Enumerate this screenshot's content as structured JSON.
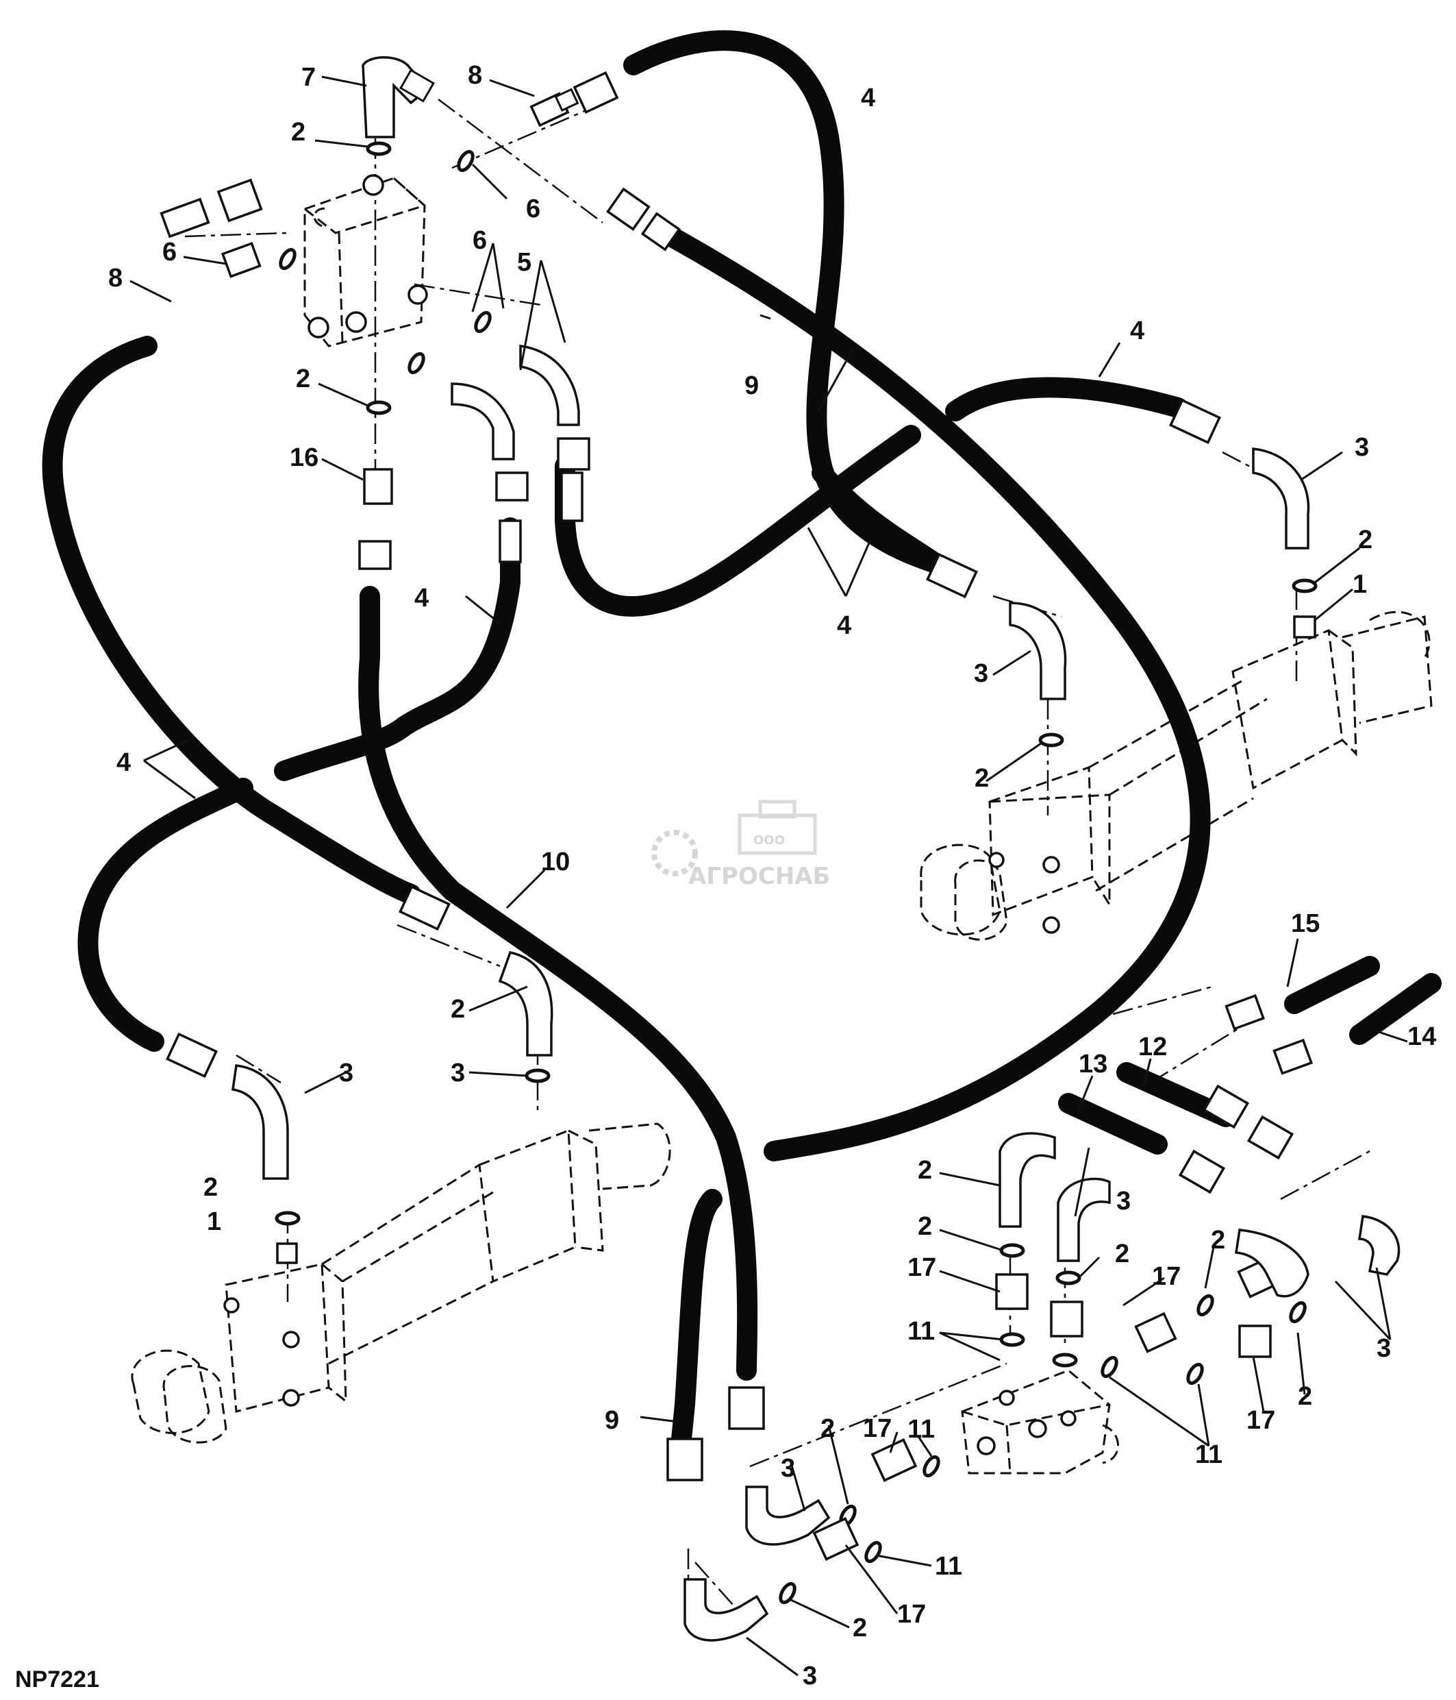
{
  "diagram": {
    "reference_code": "NP7221",
    "watermark": {
      "small": "ООО",
      "large": "АГРОСНАБ"
    },
    "callouts": [
      {
        "id": "c7",
        "label": "7"
      },
      {
        "id": "c8a",
        "label": "8"
      },
      {
        "id": "c2a",
        "label": "2"
      },
      {
        "id": "c6a",
        "label": "6"
      },
      {
        "id": "c6b",
        "label": "6"
      },
      {
        "id": "c6c",
        "label": "6"
      },
      {
        "id": "c5",
        "label": "5"
      },
      {
        "id": "c8b",
        "label": "8"
      },
      {
        "id": "c2b",
        "label": "2"
      },
      {
        "id": "c16",
        "label": "16"
      },
      {
        "id": "c4a",
        "label": "4"
      },
      {
        "id": "c9a",
        "label": "9"
      },
      {
        "id": "c4b",
        "label": "4"
      },
      {
        "id": "c3a",
        "label": "3"
      },
      {
        "id": "c2c",
        "label": "2"
      },
      {
        "id": "c1a",
        "label": "1"
      },
      {
        "id": "c4c",
        "label": "4"
      },
      {
        "id": "c4d",
        "label": "4"
      },
      {
        "id": "c3b",
        "label": "3"
      },
      {
        "id": "c2d",
        "label": "2"
      },
      {
        "id": "c4e",
        "label": "4"
      },
      {
        "id": "c10",
        "label": "10"
      },
      {
        "id": "c15",
        "label": "15"
      },
      {
        "id": "c14",
        "label": "14"
      },
      {
        "id": "c12",
        "label": "12"
      },
      {
        "id": "c13",
        "label": "13"
      },
      {
        "id": "c3c",
        "label": "3"
      },
      {
        "id": "c2e",
        "label": "2"
      },
      {
        "id": "c3d",
        "label": "3"
      },
      {
        "id": "c2f",
        "label": "2"
      },
      {
        "id": "c1b",
        "label": "1"
      },
      {
        "id": "c2g",
        "label": "2"
      },
      {
        "id": "c3e",
        "label": "3"
      },
      {
        "id": "c2h",
        "label": "2"
      },
      {
        "id": "c17a",
        "label": "17"
      },
      {
        "id": "c2i",
        "label": "2"
      },
      {
        "id": "c17b",
        "label": "17"
      },
      {
        "id": "c2j",
        "label": "2"
      },
      {
        "id": "c11a",
        "label": "11"
      },
      {
        "id": "c3f",
        "label": "3"
      },
      {
        "id": "c17c",
        "label": "17"
      },
      {
        "id": "c2k",
        "label": "2"
      },
      {
        "id": "c11b",
        "label": "11"
      },
      {
        "id": "c9b",
        "label": "9"
      },
      {
        "id": "c3g",
        "label": "3"
      },
      {
        "id": "c2l",
        "label": "2"
      },
      {
        "id": "c17d",
        "label": "17"
      },
      {
        "id": "c11c",
        "label": "11"
      },
      {
        "id": "c11d",
        "label": "11"
      },
      {
        "id": "c17e",
        "label": "17"
      },
      {
        "id": "c2m",
        "label": "2"
      },
      {
        "id": "c3h",
        "label": "3"
      },
      {
        "id": "c2n",
        "label": "2"
      }
    ]
  }
}
